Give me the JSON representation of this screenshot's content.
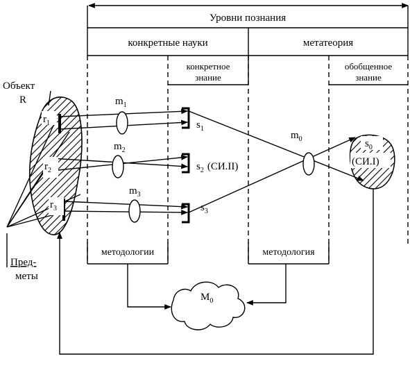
{
  "header": {
    "title": "Уровни познания",
    "col_left": "конкретные науки",
    "col_right": "метатеория"
  },
  "knowledge": {
    "concrete_line1": "конкретное",
    "concrete_line2": "знание",
    "general_line1": "обобщенное",
    "general_line2": "знание"
  },
  "object": {
    "label_line1": "Объект",
    "label_line2": "R"
  },
  "subjects": {
    "line1": "Пред-",
    "line2": "меты"
  },
  "models": [
    {
      "base": "r",
      "index": "1"
    },
    {
      "base": "r",
      "index": "2"
    },
    {
      "base": "r",
      "index": "3"
    }
  ],
  "methods": [
    {
      "base": "m",
      "index": "1"
    },
    {
      "base": "m",
      "index": "2"
    },
    {
      "base": "m",
      "index": "3"
    }
  ],
  "results": [
    {
      "base": "s",
      "index": "1",
      "note": ""
    },
    {
      "base": "s",
      "index": "2",
      "note": "(СИ.II)"
    },
    {
      "base": "s",
      "index": "3",
      "note": ""
    }
  ],
  "meta": {
    "method_base": "m",
    "method_index": "0",
    "result_base": "s",
    "result_index": "0",
    "result_note": "(СИ.I)"
  },
  "methodology": {
    "left": "методологии",
    "right": "методология"
  },
  "center": {
    "base": "M",
    "index": "0"
  }
}
